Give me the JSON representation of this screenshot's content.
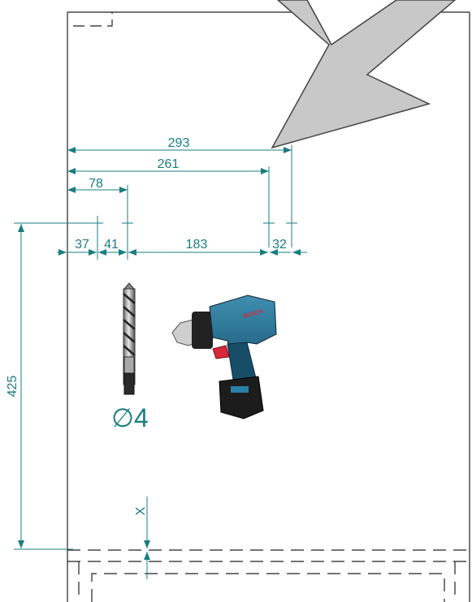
{
  "colors": {
    "dimension": "#1a7d82",
    "outline": "#222222",
    "arrow_fill": "#c8c8c8",
    "arrow_stroke": "#444444"
  },
  "dimensions": {
    "total_width": "293",
    "hole_to_hole_outer": "261",
    "first_hole_offset": "78",
    "seg_37": "37",
    "seg_41": "41",
    "seg_183": "183",
    "seg_32": "32",
    "height": "425",
    "x_label": "X"
  },
  "drill_bit": {
    "icon": "drill-bit-icon",
    "diameter_label": "∅4"
  },
  "tool": {
    "icon": "cordless-drill-icon",
    "brand_text": "BOSCH"
  }
}
